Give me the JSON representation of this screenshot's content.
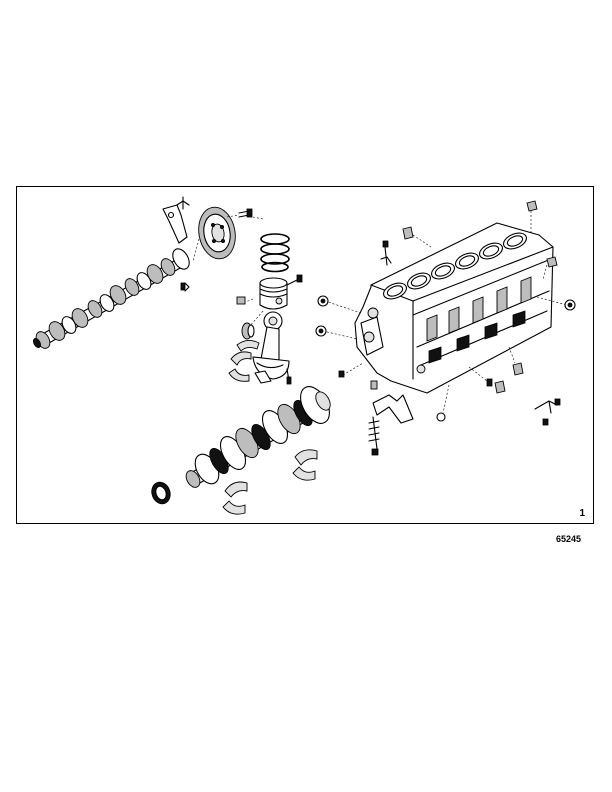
{
  "figure": {
    "number": "1",
    "reference": "65245"
  },
  "parts": [
    {
      "id": "camshaft",
      "icon": "camshaft-icon"
    },
    {
      "id": "camshaft-retainer",
      "icon": "bracket-icon"
    },
    {
      "id": "camshaft-gear",
      "icon": "gear-icon"
    },
    {
      "id": "piston-rings",
      "icon": "ring-icon"
    },
    {
      "id": "piston",
      "icon": "piston-icon"
    },
    {
      "id": "connecting-rod",
      "icon": "connecting-rod-icon"
    },
    {
      "id": "big-end-bearing-shells",
      "icon": "bearing-shell-icon"
    },
    {
      "id": "crankshaft",
      "icon": "crankshaft-icon"
    },
    {
      "id": "crankshaft-oil-seal",
      "icon": "seal-icon"
    },
    {
      "id": "main-bearing-shells",
      "icon": "bearing-shell-icon"
    },
    {
      "id": "cylinder-block",
      "icon": "engine-block-icon"
    },
    {
      "id": "plugs-and-screws",
      "icon": "plug-icon"
    }
  ]
}
